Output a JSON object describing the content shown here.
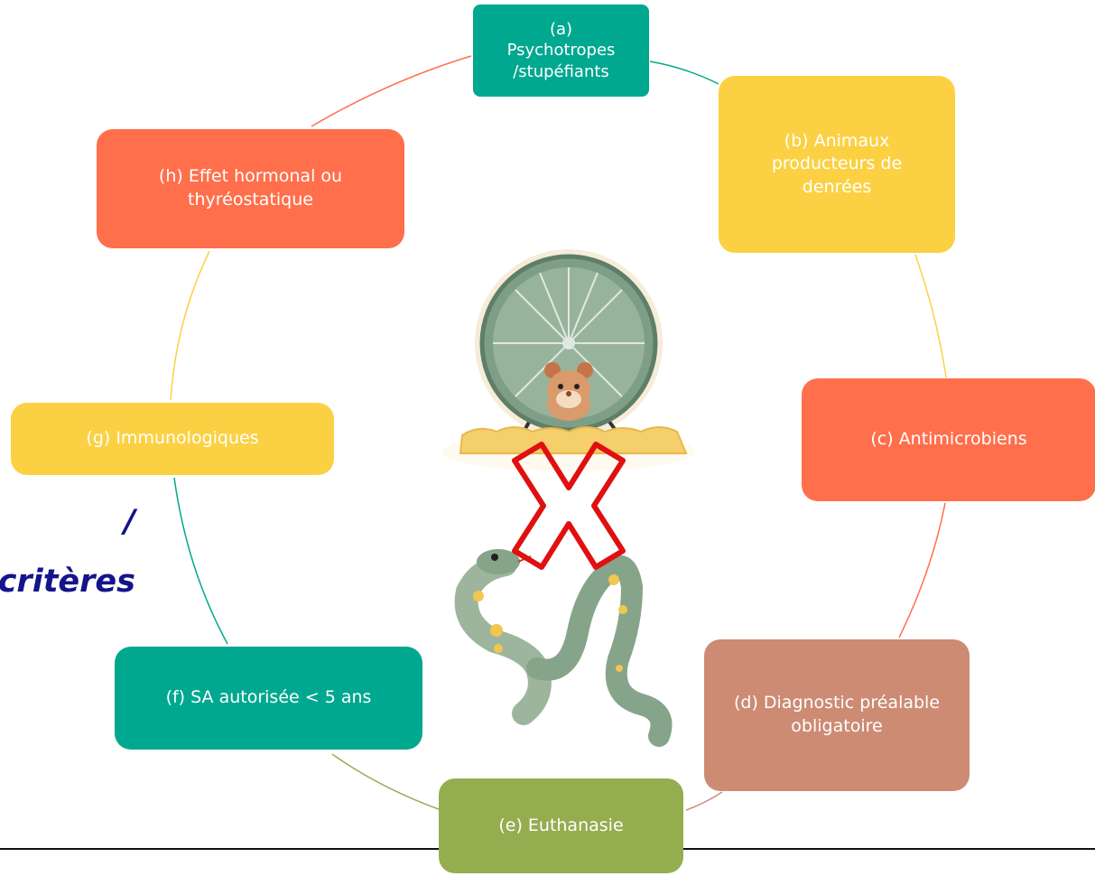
{
  "nodes": {
    "a": {
      "line1": "(a)",
      "line2": "Psychotropes",
      "line3": "/stupéfiants",
      "color": "#00a88f"
    },
    "b": {
      "label": "(b) Animaux producteurs de denrées",
      "color": "#fbd143"
    },
    "c": {
      "label": "(c) Antimicrobiens",
      "color": "#ff6f4c"
    },
    "d": {
      "label": "(d) Diagnostic préalable obligatoire",
      "color": "#cd8b74"
    },
    "e": {
      "label": "(e) Euthanasie",
      "color": "#94ad4f"
    },
    "f": {
      "label": "(f) SA autorisée < 5 ans",
      "color": "#00a88f"
    },
    "g": {
      "label": "(g) Immunologiques",
      "color": "#fbd143"
    },
    "h": {
      "label": "(h) Effet hormonal ou thyréostatique",
      "color": "#ff6f4c"
    }
  },
  "partial_title": {
    "line1": "/",
    "line2": "critères",
    "color": "#14148c"
  },
  "illustration": {
    "items": [
      "hamster-wheel-icon",
      "cross-icon",
      "snake-icon"
    ],
    "cross_color": "#e01010"
  }
}
